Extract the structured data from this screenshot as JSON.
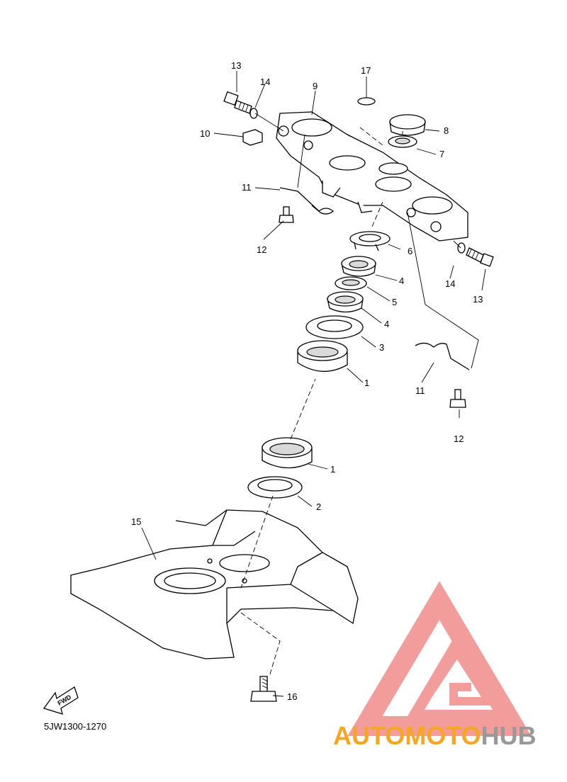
{
  "diagram": {
    "drawing_code": "5JW1300-1270",
    "fwd_label": "FWD",
    "callouts": {
      "c1a": "1",
      "c1b": "1",
      "c2": "2",
      "c3": "3",
      "c4a": "4",
      "c4b": "4",
      "c5": "5",
      "c6": "6",
      "c7": "7",
      "c8": "8",
      "c9": "9",
      "c10": "10",
      "c11a": "11",
      "c11b": "11",
      "c12a": "12",
      "c12b": "12",
      "c13a": "13",
      "c13b": "13",
      "c14a": "14",
      "c14b": "14",
      "c15": "15",
      "c16": "16",
      "c17": "17"
    }
  },
  "watermark": {
    "part1": "AUTOMOTO",
    "part2": "HUB",
    "color1": "#f5a623",
    "color2": "#999999",
    "logo_color": "#f28b8b"
  }
}
